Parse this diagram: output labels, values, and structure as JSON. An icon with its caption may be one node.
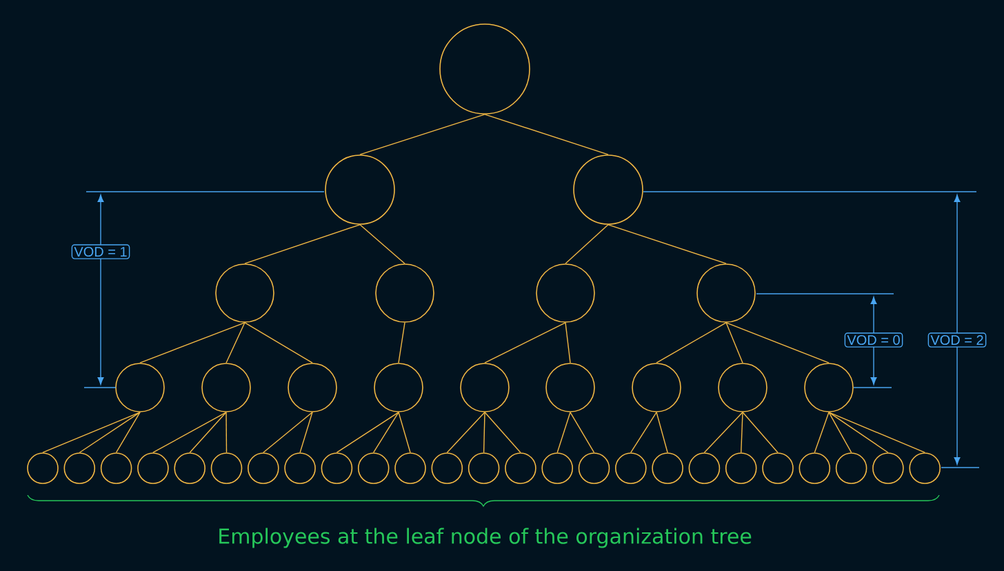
{
  "diagram": {
    "caption": "Employees at the leaf node of the organization tree",
    "nodes": [
      {
        "text": [],
        "shape": "circle"
      },
      {
        "text": [],
        "shape": "circle"
      },
      {
        "text": [],
        "shape": "circle"
      },
      {
        "text": [],
        "shape": "circle"
      },
      {
        "text": [],
        "shape": "circle"
      },
      {
        "text": [],
        "shape": "circle"
      },
      {
        "text": [],
        "shape": "circle"
      },
      {
        "text": [],
        "shape": "circle"
      },
      {
        "text": [],
        "shape": "circle"
      },
      {
        "text": [],
        "shape": "circle"
      },
      {
        "text": [],
        "shape": "circle"
      },
      {
        "text": [],
        "shape": "circle"
      },
      {
        "text": [],
        "shape": "circle"
      },
      {
        "text": [],
        "shape": "circle"
      },
      {
        "text": [],
        "shape": "circle"
      },
      {
        "text": [],
        "shape": "circle"
      },
      {
        "text": [],
        "shape": "circle"
      },
      {
        "text": [],
        "shape": "circle"
      },
      {
        "text": [],
        "shape": "circle"
      },
      {
        "text": [],
        "shape": "circle"
      },
      {
        "text": [],
        "shape": "circle"
      },
      {
        "text": [],
        "shape": "circle"
      },
      {
        "text": [],
        "shape": "circle"
      },
      {
        "text": [],
        "shape": "circle"
      },
      {
        "text": [],
        "shape": "circle"
      },
      {
        "text": [],
        "shape": "circle"
      },
      {
        "text": [],
        "shape": "circle"
      },
      {
        "text": [],
        "shape": "circle"
      },
      {
        "text": [],
        "shape": "circle"
      },
      {
        "text": [],
        "shape": "circle"
      },
      {
        "text": [],
        "shape": "circle"
      },
      {
        "text": [],
        "shape": "circle"
      },
      {
        "text": [],
        "shape": "circle"
      },
      {
        "text": [],
        "shape": "circle"
      },
      {
        "text": [],
        "shape": "circle"
      },
      {
        "text": [],
        "shape": "circle"
      },
      {
        "text": [],
        "shape": "circle"
      },
      {
        "text": [],
        "shape": "circle"
      },
      {
        "text": [],
        "shape": "circle"
      },
      {
        "text": [],
        "shape": "circle"
      },
      {
        "text": [],
        "shape": "circle"
      }
    ],
    "edges": [
      {
        "from": 0,
        "to": 1,
        "arrow": "none"
      },
      {
        "from": 0,
        "to": 2,
        "arrow": "none"
      },
      {
        "from": 1,
        "to": 3,
        "arrow": "none"
      },
      {
        "from": 1,
        "to": 4,
        "arrow": "none"
      },
      {
        "from": 2,
        "to": 5,
        "arrow": "none"
      },
      {
        "from": 2,
        "to": 6,
        "arrow": "none"
      },
      {
        "from": 3,
        "to": 7,
        "arrow": "none"
      },
      {
        "from": 3,
        "to": 8,
        "arrow": "none"
      },
      {
        "from": 3,
        "to": 9,
        "arrow": "none"
      },
      {
        "from": 4,
        "to": 10,
        "arrow": "none"
      },
      {
        "from": 5,
        "to": 11,
        "arrow": "none"
      },
      {
        "from": 5,
        "to": 12,
        "arrow": "none"
      },
      {
        "from": 6,
        "to": 13,
        "arrow": "none"
      },
      {
        "from": 6,
        "to": 14,
        "arrow": "none"
      },
      {
        "from": 6,
        "to": 15,
        "arrow": "none"
      },
      {
        "from": 7,
        "to": 16,
        "arrow": "none"
      },
      {
        "from": 7,
        "to": 17,
        "arrow": "none"
      },
      {
        "from": 7,
        "to": 18,
        "arrow": "none"
      },
      {
        "from": 8,
        "to": 19,
        "arrow": "none"
      },
      {
        "from": 8,
        "to": 20,
        "arrow": "none"
      },
      {
        "from": 8,
        "to": 21,
        "arrow": "none"
      },
      {
        "from": 9,
        "to": 22,
        "arrow": "none"
      },
      {
        "from": 9,
        "to": 23,
        "arrow": "none"
      },
      {
        "from": 10,
        "to": 24,
        "arrow": "none"
      },
      {
        "from": 10,
        "to": 25,
        "arrow": "none"
      },
      {
        "from": 10,
        "to": 26,
        "arrow": "none"
      },
      {
        "from": 11,
        "to": 27,
        "arrow": "none"
      },
      {
        "from": 11,
        "to": 28,
        "arrow": "none"
      },
      {
        "from": 11,
        "to": 29,
        "arrow": "none"
      },
      {
        "from": 12,
        "to": 30,
        "arrow": "none"
      },
      {
        "from": 12,
        "to": 31,
        "arrow": "none"
      },
      {
        "from": 13,
        "to": 32,
        "arrow": "none"
      },
      {
        "from": 13,
        "to": 33,
        "arrow": "none"
      },
      {
        "from": 14,
        "to": 34,
        "arrow": "none"
      },
      {
        "from": 14,
        "to": 35,
        "arrow": "none"
      },
      {
        "from": 14,
        "to": 36,
        "arrow": "none"
      },
      {
        "from": 15,
        "to": 37,
        "arrow": "none"
      },
      {
        "from": 15,
        "to": 38,
        "arrow": "none"
      },
      {
        "from": 15,
        "to": 39,
        "arrow": "none"
      },
      {
        "from": 15,
        "to": 40,
        "arrow": "none"
      }
    ],
    "labels": [
      "VOD = 1",
      "VOD = 0",
      "VOD = 2"
    ]
  }
}
